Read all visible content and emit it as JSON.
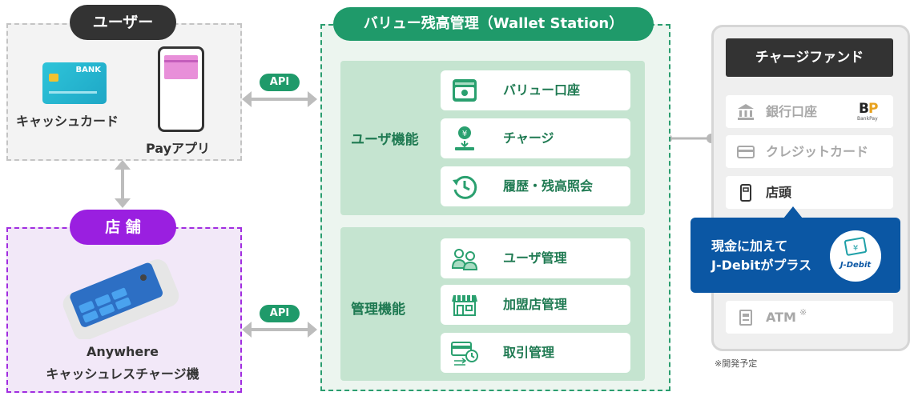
{
  "users": {
    "title": "ユーザー",
    "card_label": "キャッシュカード",
    "card_bank_text": "BANK",
    "app_label": "Payアプリ"
  },
  "store": {
    "title": "店 舗",
    "device_label_line1": "Anywhere",
    "device_label_line2": "キャッシュレスチャージ機"
  },
  "api_label": "API",
  "wallet": {
    "title": "バリュー残高管理（Wallet Station）",
    "user_functions": {
      "label": "ユーザ機能",
      "items": [
        "バリュー口座",
        "チャージ",
        "履歴・残高照会"
      ]
    },
    "admin_functions": {
      "label": "管理機能",
      "items": [
        "ユーザ管理",
        "加盟店管理",
        "取引管理"
      ]
    }
  },
  "fund": {
    "title": "チャージファンド",
    "items": [
      "銀行口座",
      "クレジットカード",
      "店頭",
      "ATM"
    ],
    "atm_mark": "※",
    "bankpay_logo": "BankPay",
    "popup_line1": "現金に加えて",
    "popup_line2": "J-Debitがプラス",
    "jdebit_logo": "J-Debit",
    "note": "※開発予定"
  },
  "colors": {
    "green": "#1f9a6a",
    "purple": "#9a1fe0",
    "blue": "#0b57a4",
    "dark": "#333333"
  }
}
